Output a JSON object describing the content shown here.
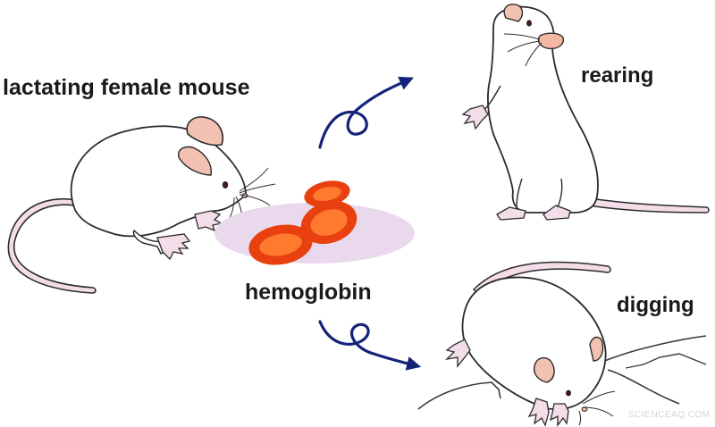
{
  "labels": {
    "lactating": "lactating female mouse",
    "rearing": "rearing",
    "hemoglobin": "hemoglobin",
    "digging": "digging"
  },
  "watermark": "SCIENCEAQ.COM",
  "colors": {
    "arrow": "#15247a",
    "rbc": "#e8410f",
    "rbc_inner": "#ff7a2e",
    "plate": "#ead9ec",
    "ear_inner": "#f2c1b1",
    "nose": "#f3b7a3",
    "tail": "#f3dde8",
    "line": "#2b2b2b"
  }
}
